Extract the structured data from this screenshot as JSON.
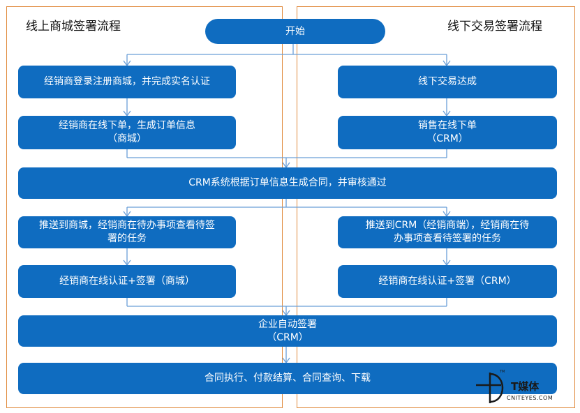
{
  "lanes": {
    "online": {
      "title": "线上商城签署流程"
    },
    "offline": {
      "title": "线下交易签署流程"
    }
  },
  "nodes": {
    "start": {
      "lines": [
        "开始"
      ]
    },
    "online_register": {
      "lines": [
        "经销商登录注册商城，并完成实名认证"
      ]
    },
    "online_order": {
      "lines": [
        "经销商在线下单，生成订单信息",
        "（商城）"
      ]
    },
    "offline_deal": {
      "lines": [
        "线下交易达成"
      ]
    },
    "offline_order": {
      "lines": [
        "销售在线下单",
        "（CRM）"
      ]
    },
    "crm_contract": {
      "lines": [
        "CRM系统根据订单信息生成合同，并审核通过"
      ]
    },
    "online_push": {
      "lines": [
        "推送到商城，经销商在待办事项查看待签",
        "署的任务"
      ]
    },
    "online_sign": {
      "lines": [
        "经销商在线认证+签署（商城）"
      ]
    },
    "offline_push": {
      "lines": [
        "推送到CRM（经销商端），经销商在待",
        "办事项查看待签署的任务"
      ]
    },
    "offline_sign": {
      "lines": [
        "经销商在线认证+签署（CRM）"
      ]
    },
    "enterprise_sign": {
      "lines": [
        "企业自动签署",
        "（CRM）"
      ]
    },
    "final": {
      "lines": [
        "合同执行、付款结算、合同查询、下载"
      ]
    }
  },
  "watermark": {
    "brand": "T媒体",
    "domain": "CNITEYES.COM",
    "tm": "TM"
  },
  "colors": {
    "box": "#0f6cc0",
    "lane_border": "#e08a3c",
    "arrow": "#6a9fd8"
  }
}
